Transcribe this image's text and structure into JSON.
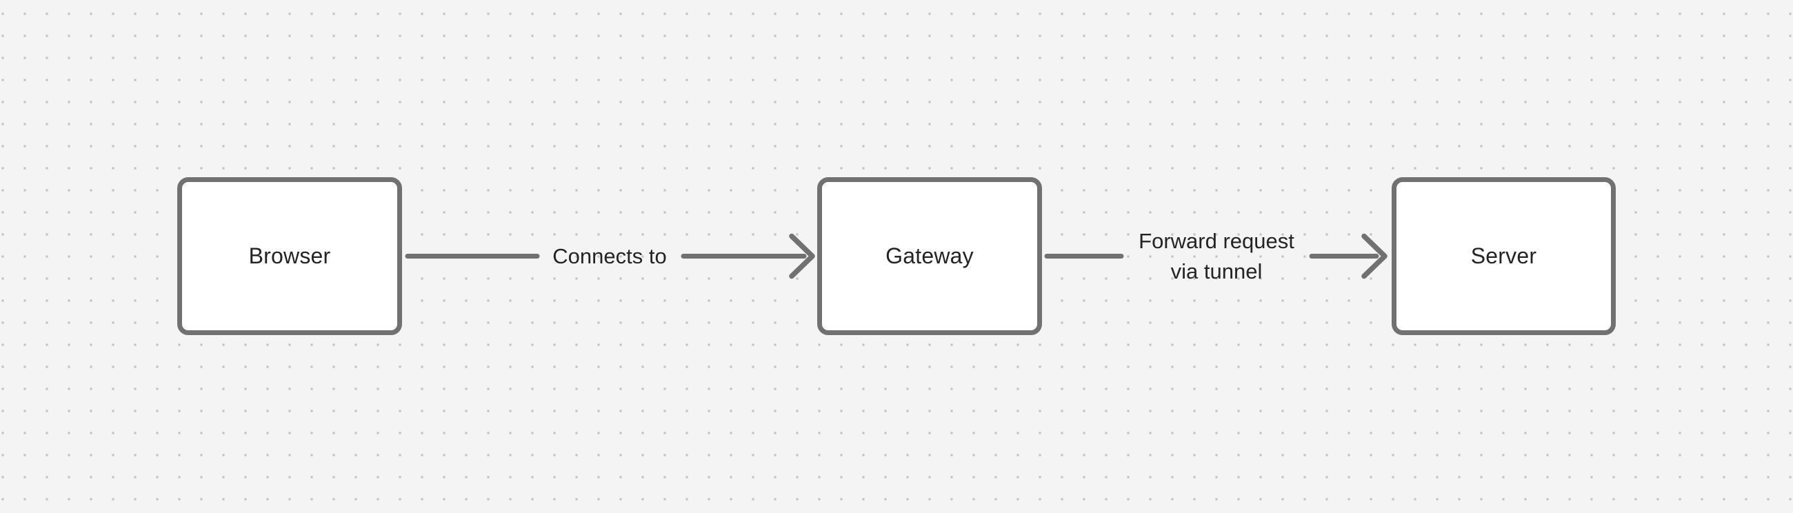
{
  "colors": {
    "canvas-bg": "#f4f4f4",
    "grid-dot": "#c7c7c7",
    "shape-stroke": "#717171",
    "shape-fill": "#ffffff",
    "label-text": "#242424"
  },
  "diagram": {
    "type": "flowchart",
    "nodes": [
      {
        "id": "browser",
        "label": "Browser"
      },
      {
        "id": "gateway",
        "label": "Gateway"
      },
      {
        "id": "server",
        "label": "Server"
      }
    ],
    "edges": [
      {
        "from": "browser",
        "to": "gateway",
        "lines": [
          "Connects to"
        ]
      },
      {
        "from": "gateway",
        "to": "server",
        "lines": [
          "Forward request",
          "via tunnel"
        ]
      }
    ]
  }
}
